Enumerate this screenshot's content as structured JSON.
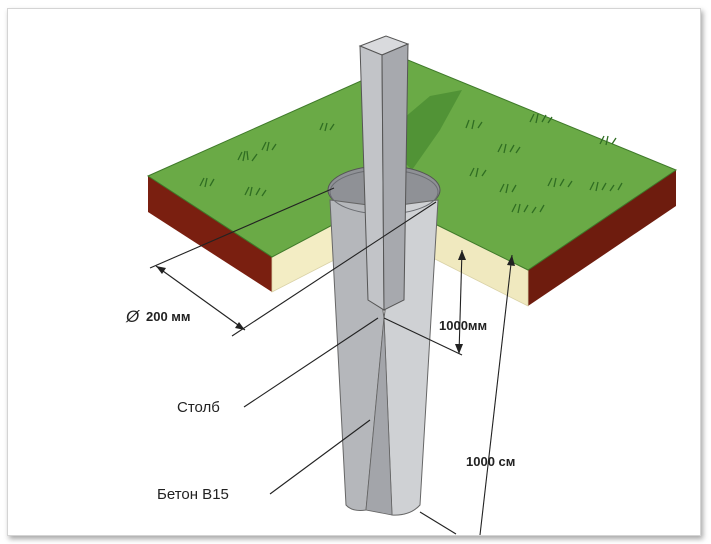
{
  "labels": {
    "diameter_symbol": "Ø",
    "diameter": "200 мм",
    "depth_top": "1000мм",
    "post": "Столб",
    "concrete": "Бетон В15",
    "depth_total": "1000 см"
  },
  "colors": {
    "grass_top": "#6aaa46",
    "grass_dark": "#4c8f34",
    "soil_front": "#f3edc4",
    "soil_edge": "#7a1f10",
    "concrete": "#c9cbcf",
    "concrete_dark": "#9a9ca1",
    "line": "#222222"
  }
}
